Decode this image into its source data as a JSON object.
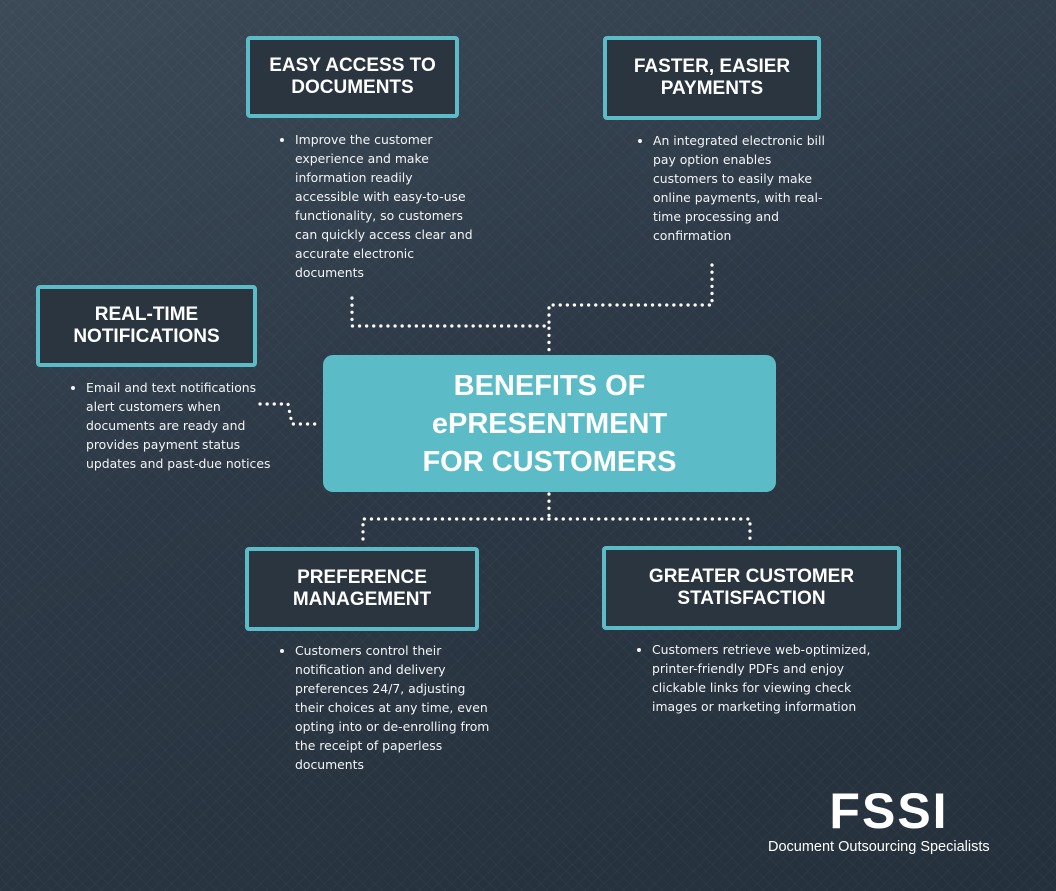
{
  "center": {
    "title": "BENEFITS OF\nePRESENTMENT\nFOR CUSTOMERS"
  },
  "benefits": [
    {
      "title": "EASY ACCESS TO\nDOCUMENTS",
      "description": "Improve the customer experience and make information readily accessible with easy-to-use functionality, so customers can quickly access clear and accurate electronic documents"
    },
    {
      "title": "FASTER, EASIER\nPAYMENTS",
      "description": "An integrated electronic bill pay option enables customers to easily make online payments, with real-time processing and confirmation"
    },
    {
      "title": "REAL-TIME\nNOTIFICATIONS",
      "description": "Email and text notifications alert customers when documents are ready and provides payment status updates and past-due notices"
    },
    {
      "title": "PREFERENCE\nMANAGEMENT",
      "description": "Customers control their notification and delivery preferences 24/7, adjusting their choices at any time, even opting into or de-enrolling from the receipt of paperless documents"
    },
    {
      "title": "GREATER CUSTOMER\nSTATISFACTION",
      "description": "Customers retrieve web-optimized, printer-friendly PDFs and enjoy clickable links for viewing check images or marketing information"
    }
  ],
  "logo": {
    "name": "FSSI",
    "tagline": "Document Outsourcing Specialists"
  },
  "colors": {
    "accent": "#5bbcc8",
    "background": "#2c3845",
    "text": "#ffffff",
    "connector": "#ffffff"
  }
}
